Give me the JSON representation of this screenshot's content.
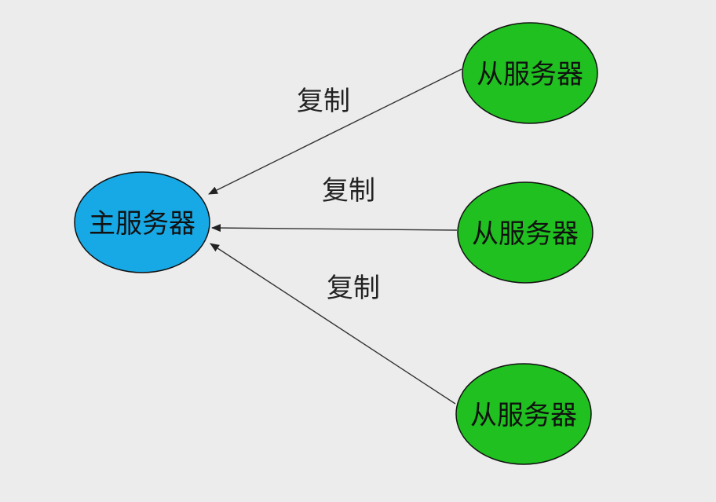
{
  "diagram": {
    "master": {
      "label": "主服务器",
      "color": "#17a9e6"
    },
    "slaves": [
      {
        "label": "从服务器",
        "color": "#20c020"
      },
      {
        "label": "从服务器",
        "color": "#20c020"
      },
      {
        "label": "从服务器",
        "color": "#20c020"
      }
    ],
    "edges": [
      {
        "label": "复制",
        "from": "slave-0",
        "to": "master"
      },
      {
        "label": "复制",
        "from": "slave-1",
        "to": "master"
      },
      {
        "label": "复制",
        "from": "slave-2",
        "to": "master"
      }
    ],
    "edge_color": "#333333"
  }
}
